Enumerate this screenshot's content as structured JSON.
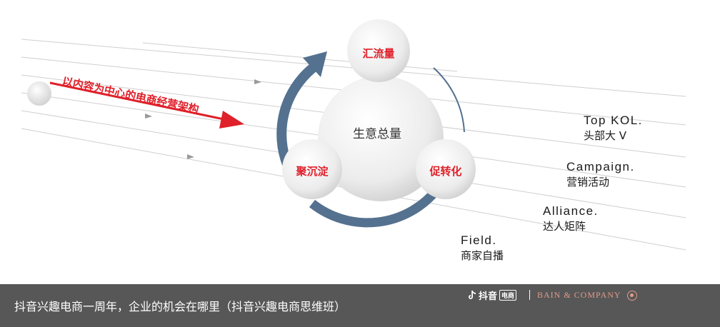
{
  "diagram": {
    "arrow_text": "以内容为中心的电商经营架构",
    "center_label": "生意总量",
    "nodes": {
      "top": "汇流量",
      "left": "聚沉淀",
      "right": "促转化"
    },
    "channels": [
      {
        "en": "Top KOL.",
        "zh": "头部大 V"
      },
      {
        "en": "Campaign.",
        "zh": "营销活动"
      },
      {
        "en": "Alliance.",
        "zh": "达人矩阵"
      },
      {
        "en": "Field.",
        "zh": "商家自播"
      }
    ],
    "colors": {
      "accent_red": "#e0202a",
      "cycle_blue": "#54718f",
      "footer_bg": "#3a3a3a"
    }
  },
  "footer": {
    "caption": "抖音兴趣电商一周年，企业的机会在哪里（抖音兴趣电商思维班）",
    "douyin_logo": "抖音",
    "douyin_badge": "电商",
    "bain_logo": "BAIN & COMPANY"
  }
}
